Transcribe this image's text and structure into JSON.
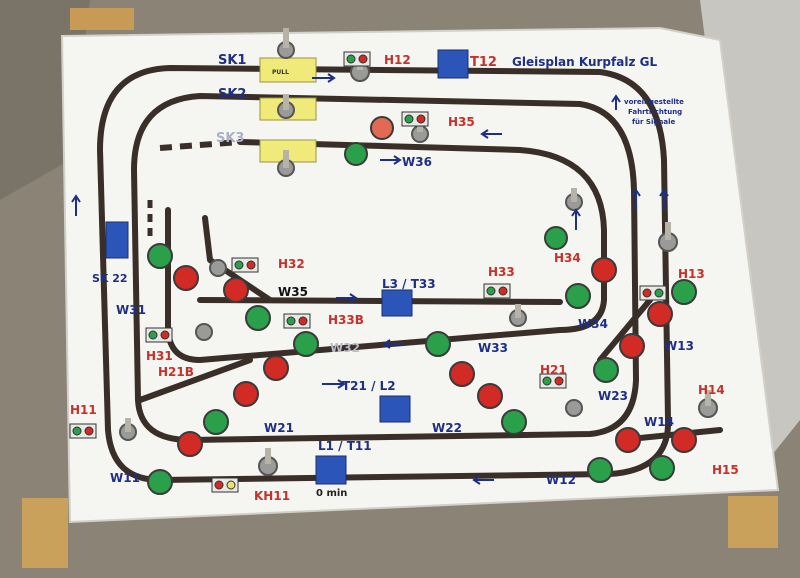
{
  "board": {
    "title": "Gleisplan Kurpfalz GL",
    "direction_note": [
      "voreingestellte",
      "Fahrtrichtung",
      "für Signale"
    ],
    "pull_label": "PULL",
    "min_label": "0 min"
  },
  "labels": {
    "SK1": "SK1",
    "SK2": "SK2",
    "SK3": "SK3",
    "SK22": "SK 22",
    "H12": "H12",
    "T12": "T12",
    "H35": "H35",
    "W36": "W36",
    "H32": "H32",
    "W35": "W35",
    "L3T33": "L3 / T33",
    "H33": "H33",
    "H34": "H34",
    "H13": "H13",
    "W31": "W31",
    "H33B": "H33B",
    "W32": "W32",
    "W33": "W33",
    "W34": "W34",
    "W13": "W13",
    "H31": "H31",
    "H21B": "H21B",
    "H21": "H21",
    "W23": "W23",
    "T21L2": "T21 / L2",
    "H11": "H11",
    "W21": "W21",
    "W22": "W22",
    "H14": "H14",
    "W14": "W14",
    "L1T11": "L1 / T11",
    "W11": "W11",
    "KH11": "KH11",
    "W12": "W12",
    "H15": "H15"
  },
  "colors": {
    "board": "#f4f4f0",
    "track": "#3b2f2a",
    "label_red": "#c8302a",
    "label_blue": "#1e2f86",
    "button_red": "#d22a24",
    "button_green": "#2aa04a",
    "wood": "#c9a05a",
    "module_yellow": "#f0ea7a",
    "switch_chip": "#2b55b8"
  }
}
